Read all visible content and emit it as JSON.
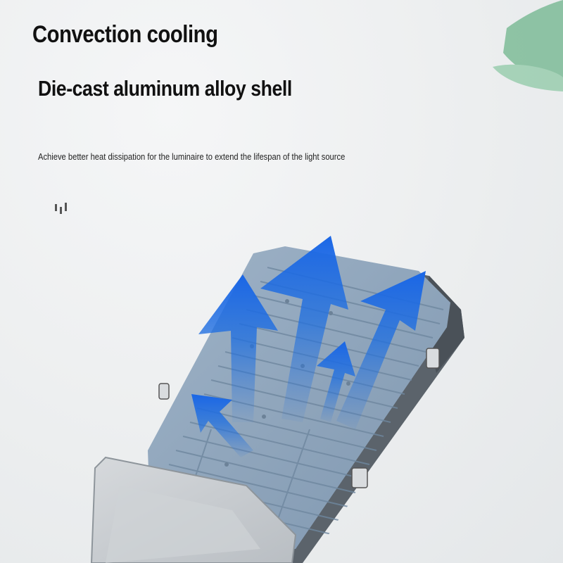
{
  "headings": {
    "line1": "Convection cooling",
    "line2": "Die-cast aluminum alloy shell"
  },
  "description": "Achieve better heat dissipation for the luminaire to extend the lifespan of the light source",
  "colors": {
    "background": "#eef0f1",
    "housing_blue": "#8fa6bd",
    "housing_frame": "#5b636b",
    "arrow_blue": "#1f6fe0",
    "leaf_green": "#6fb58c"
  },
  "icons": [
    "signal-bars-icon",
    "heat-arrow-icon",
    "mounting-clip-icon",
    "leaf-icon"
  ]
}
